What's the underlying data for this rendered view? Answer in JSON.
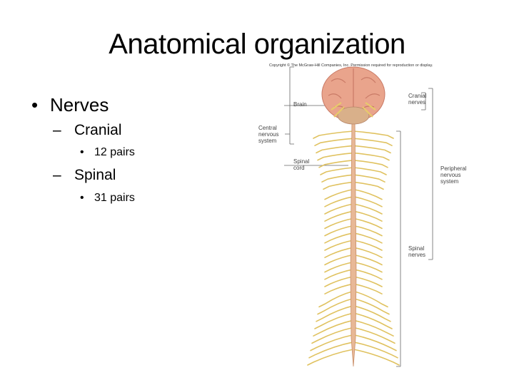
{
  "slide": {
    "title": "Anatomical organization",
    "bullets": {
      "nerves": "Nerves",
      "cranial": "Cranial",
      "cranial_pairs": "12 pairs",
      "spinal": "Spinal",
      "spinal_pairs": "31 pairs",
      "marker_level1": "•",
      "marker_level2": "–",
      "marker_level3": "•"
    }
  },
  "figure": {
    "copyright": "Copyright © The McGraw-Hill Companies, Inc. Permission required for reproduction or display.",
    "labels": {
      "brain": "Brain",
      "cns": "Central\nnervous\nsystem",
      "spinal_cord": "Spinal\ncord",
      "cranial_nerves": "Cranial\nnerves",
      "pns": "Peripheral\nnervous\nsystem",
      "spinal_nerves": "Spinal\nnerves"
    },
    "colors": {
      "brain": "#e9a48c",
      "brain_dark": "#c97a66",
      "cord": "#e8b896",
      "nerves": "#e7cc6a",
      "nerve_dark": "#c9a640",
      "brackets": "#666666"
    }
  }
}
